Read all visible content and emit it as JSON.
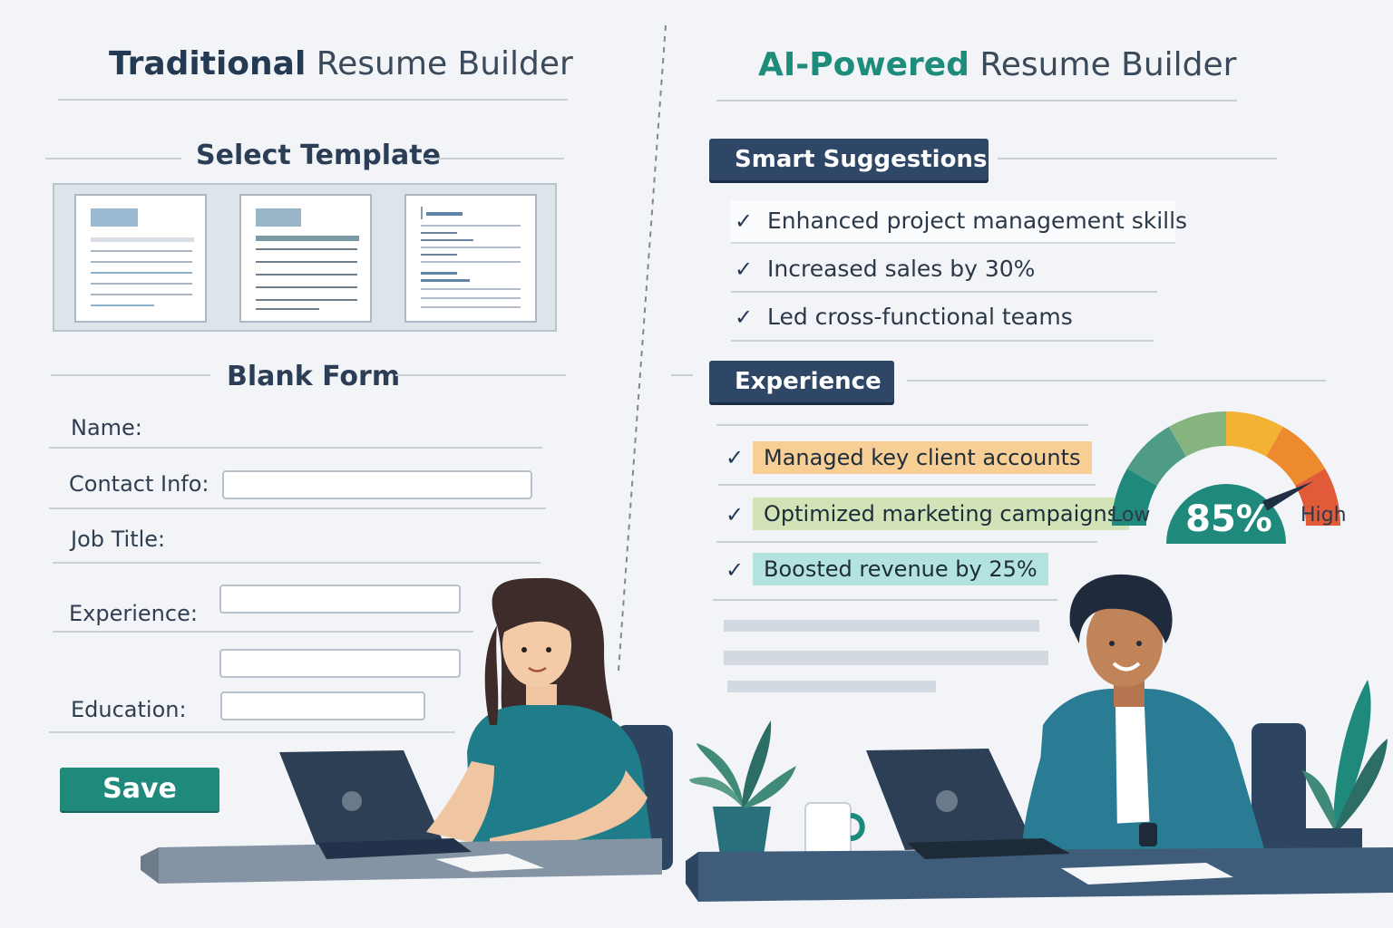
{
  "left": {
    "title_bold": "Traditional",
    "title_rest": " Resume Builder",
    "select_template": "Select Template",
    "blank_form": "Blank Form",
    "fields": {
      "name": "Name:",
      "contact": "Contact Info:",
      "job_title": "Job Title:",
      "experience": "Experience:",
      "education": "Education:"
    },
    "save_label": "Save"
  },
  "right": {
    "title_bold": "AI-Powered",
    "title_rest": " Resume Builder",
    "smart_suggestions": "Smart Suggestions",
    "suggestions": [
      "Enhanced project management skills",
      "Increased sales by 30%",
      "Led cross-functional teams"
    ],
    "experience_header": "Experience",
    "experience_items": [
      {
        "text": "Managed key client accounts",
        "color": "#f7cf95"
      },
      {
        "text": "Optimized marketing campaigns",
        "color": "#d2e3b8"
      },
      {
        "text": "Boosted revenue by 25%",
        "color": "#b3e3df"
      }
    ],
    "gauge": {
      "value": "85%",
      "fraction": 0.85,
      "low": "Low",
      "high": "High",
      "segment_colors": [
        "#1f8a7c",
        "#4e9c86",
        "#86b47e",
        "#f2b233",
        "#ee8a2e",
        "#e25b38"
      ]
    }
  },
  "colors": {
    "accent_teal": "#1f8a7c",
    "navy": "#2e4766",
    "background": "#f2f4f7"
  }
}
